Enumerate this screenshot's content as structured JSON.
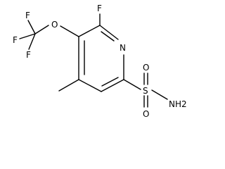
{
  "molecule": {
    "atoms": {
      "F_ring": "F",
      "N_ring": "N",
      "O_ether": "O",
      "F_cf3_top": "F",
      "F_cf3_left": "F",
      "F_cf3_bottom": "F",
      "S": "S",
      "O_sulfonyl_top": "O",
      "O_sulfonyl_bottom": "O",
      "NH2": "NH2"
    }
  }
}
